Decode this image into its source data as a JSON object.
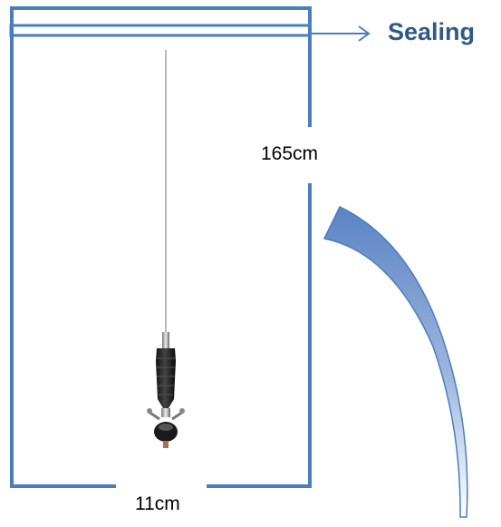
{
  "labels": {
    "sealing": "Sealing",
    "length": "165cm",
    "width": "11cm"
  },
  "colors": {
    "bag_outline": "#4a7ebf",
    "sealing_text": "#2e5a8a",
    "arrow_fill_top": "#5b84c4",
    "arrow_fill_bottom": "#ffffff"
  }
}
